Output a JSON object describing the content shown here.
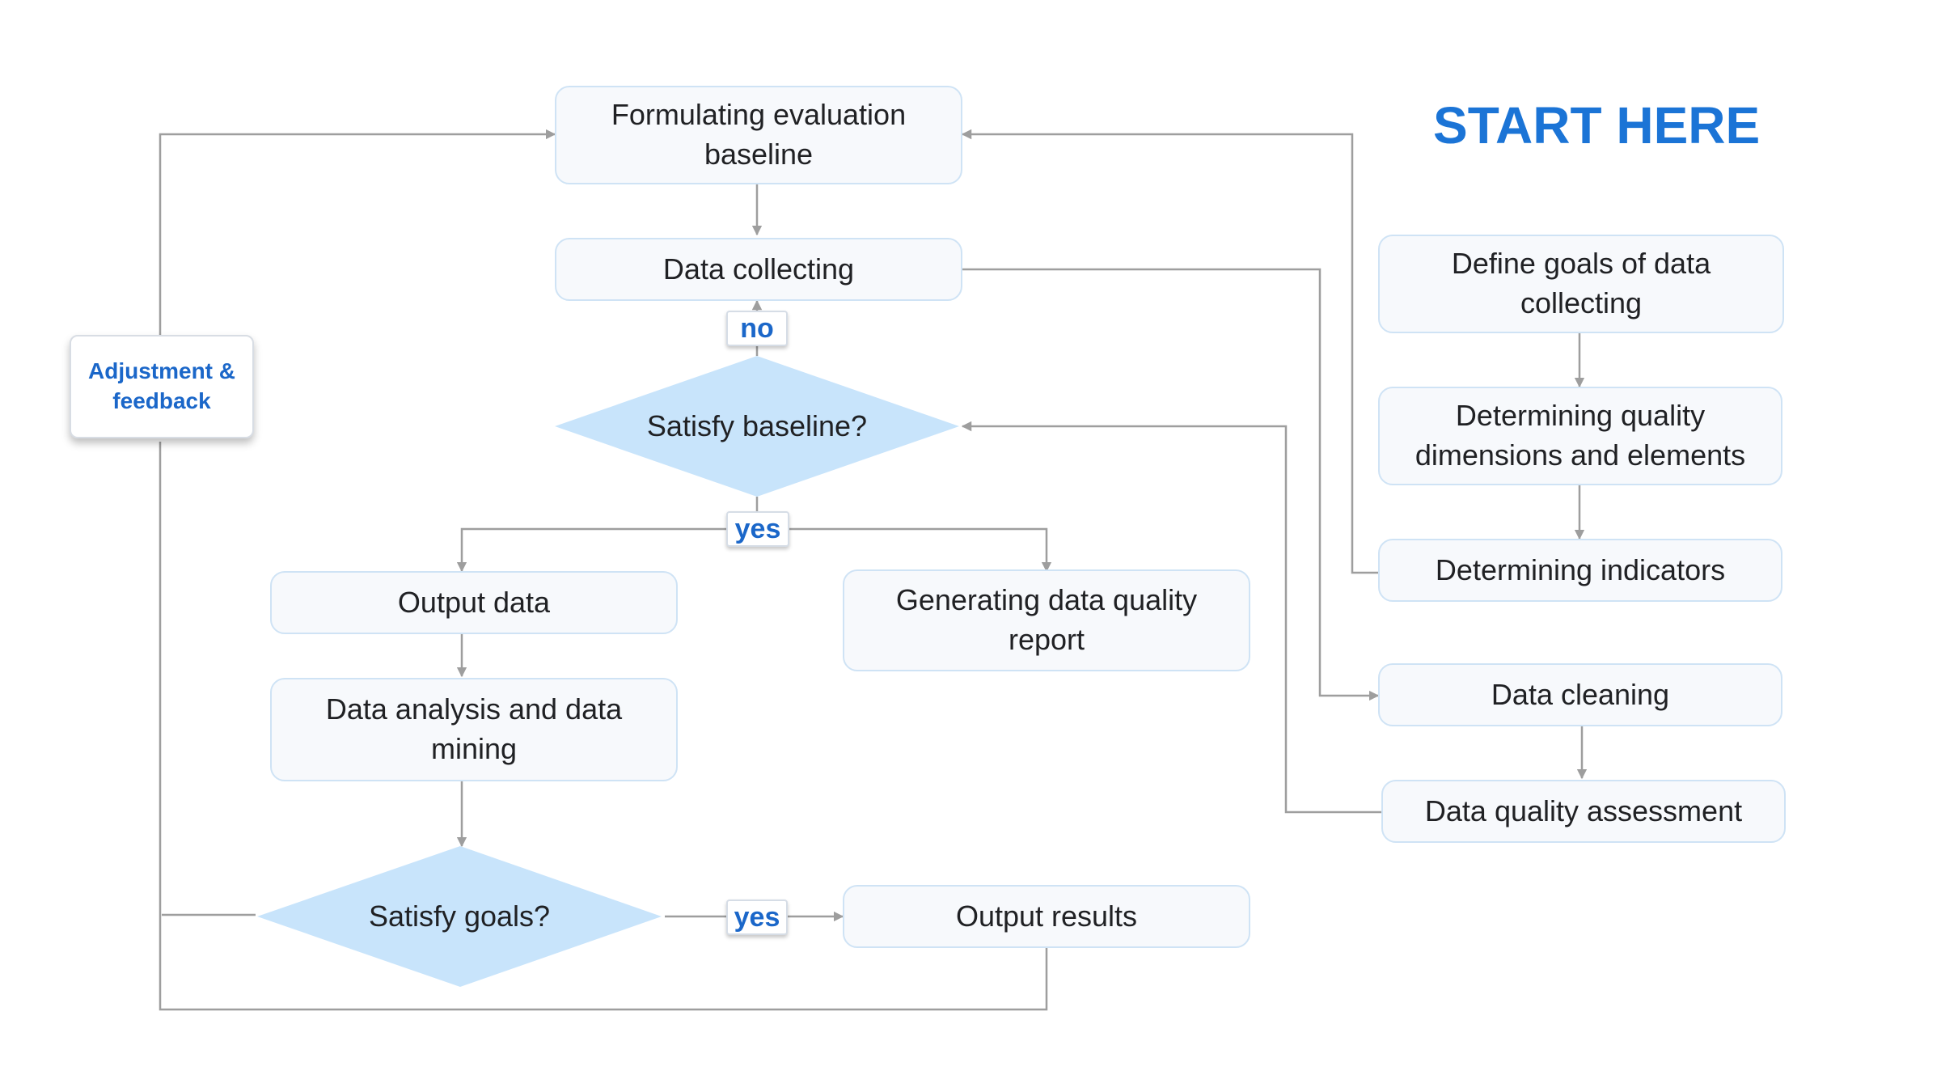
{
  "start_label": "START HERE",
  "feedback_label": "Adjustment & feedback",
  "nodes": {
    "formulating": "Formulating evaluation baseline",
    "data_collecting": "Data collecting",
    "satisfy_baseline": "Satisfy baseline?",
    "output_data": "Output data",
    "generating_report": "Generating data quality report",
    "analysis_mining": "Data analysis and data mining",
    "satisfy_goals": "Satisfy goals?",
    "output_results": "Output results",
    "define_goals": "Define goals of data collecting",
    "determining_quality": "Determining quality dimensions and elements",
    "determining_indicators": "Determining indicators",
    "data_cleaning": "Data cleaning",
    "quality_assessment": "Data quality assessment"
  },
  "tags": {
    "no": "no",
    "yes_baseline": "yes",
    "yes_goals": "yes"
  },
  "colors": {
    "node_fill": "#f7f9fc",
    "node_border": "#cfe3f5",
    "diamond_fill": "#c8e4fb",
    "connector": "#9e9e9e",
    "accent_blue": "#1b74d6"
  }
}
